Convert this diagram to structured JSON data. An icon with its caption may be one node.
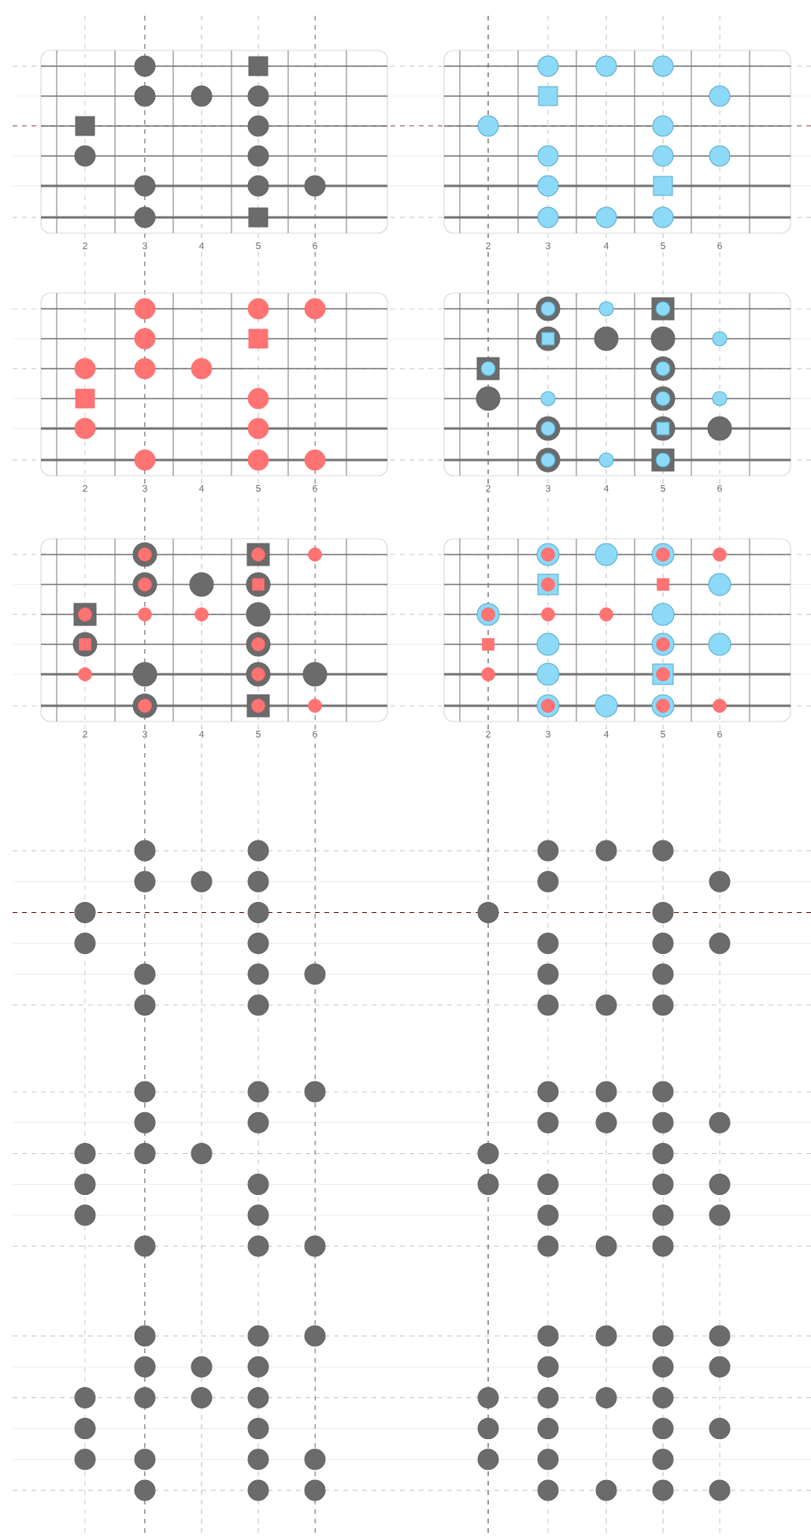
{
  "diagram": {
    "labels": [
      "2",
      "3",
      "4",
      "5",
      "6",
      "2",
      "3",
      "4",
      "5",
      "6",
      "2",
      "3",
      "4",
      "5",
      "6",
      "2",
      "3",
      "4",
      "5",
      "6",
      "2",
      "3",
      "4",
      "5",
      "6",
      "2",
      "3",
      "4",
      "5",
      "6"
    ]
  }
}
